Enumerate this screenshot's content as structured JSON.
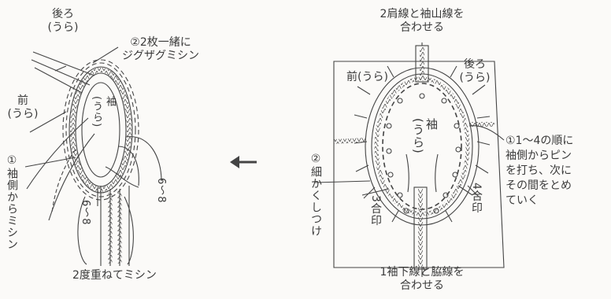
{
  "left": {
    "back_label": [
      "後ろ",
      "(うら)"
    ],
    "zigzag_label": [
      "②2枚一緒に",
      "ジグザグミシン"
    ],
    "front_label": [
      "前",
      "(うら)"
    ],
    "sleeve_label": [
      "袖",
      "(うら)"
    ],
    "sleeve_side_stitch": "①袖側からミシン",
    "allowance_left": "6〜8",
    "allowance_right": "6〜8",
    "double_stitch": "2度重ねてミシン"
  },
  "right": {
    "top_note": [
      "2肩線と袖山線を",
      "合わせる"
    ],
    "front_label": "前(うら)",
    "back_label": [
      "後ろ",
      "(うら)"
    ],
    "sleeve_label": [
      "袖",
      "(うら)"
    ],
    "pin_note": [
      "①1〜4の順に",
      "袖側からピン",
      "を打ち、次に",
      "その間をとめ",
      "ていく"
    ],
    "basting_note": "②細かくしつけ",
    "mark3": "3合印",
    "mark4": "4合印",
    "bottom_note": [
      "1袖下線と脇線を",
      "合わせる"
    ]
  },
  "arrow": "←"
}
